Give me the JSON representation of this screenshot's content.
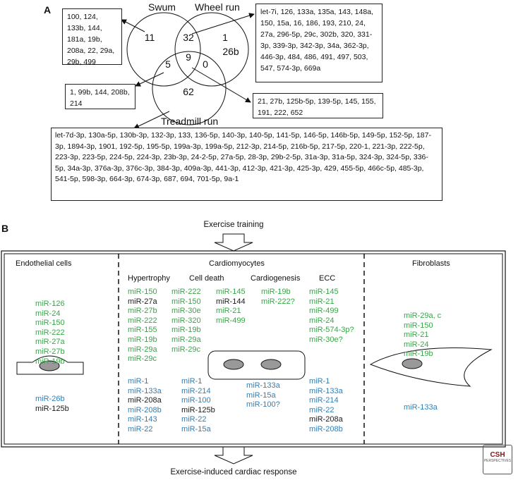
{
  "panel_a": {
    "label": "A",
    "sets": {
      "swum": "Swum",
      "wheel_run": "Wheel run",
      "treadmill_run": "Treadmill run"
    },
    "counts": {
      "swum_only": "11",
      "swum_wheel": "32",
      "wheel_only": "1",
      "wheel_extra": "26b",
      "all_three": "9",
      "swum_treadmill": "5",
      "wheel_treadmill": "0",
      "treadmill_only": "62"
    },
    "boxes": {
      "swum_only": "100, 124, 133b, 144, 181a, 19b, 208a, 22, 29a, 29b, 499",
      "swum_wheel": "let-7i, 126, 133a, 135a, 143, 148a, 150, 15a, 16, 186, 193, 210, 24, 27a, 296-5p, 29c, 302b, 320, 331-3p, 339-3p, 342-3p, 34a, 362-3p, 446-3p, 484, 486, 491, 497, 503, 547, 574-3p, 669a",
      "swum_treadmill": "1, 99b, 144, 208b, 214",
      "all_three": "21, 27b, 125b-5p, 139-5p, 145, 155, 191, 222, 652",
      "treadmill_only": "let-7d-3p, 130a-5p, 130b-3p, 132-3p, 133, 136-5p, 140-3p, 140-5p, 141-5p, 146-5p, 146b-5p, 149-5p, 152-5p, 187-3p, 1894-3p, 1901, 192-5p, 195-5p, 199a-3p, 199a-5p, 212-3p, 214-5p, 216b-5p, 217-5p, 220-1, 221-3p, 222-5p, 223-3p, 223-5p, 224-5p, 224-3p, 23b-3p, 24-2-5p, 27a-5p, 28-3p, 29b-2-5p, 31a-3p, 31a-5p, 324-3p, 324-5p, 336-5p, 34a-3p, 376a-3p, 376c-3p, 384-3p, 409a-3p, 441-3p, 412-3p, 421-3p, 425-3p, 429, 455-5p, 466c-5p, 485-3p, 541-5p, 598-3p, 664-3p, 674-3p, 687, 694, 701-5p, 9a-1"
    }
  },
  "panel_b": {
    "label": "B",
    "top_text": "Exercise training",
    "bottom_text": "Exercise-induced cardiac response",
    "sections": {
      "endothelial": "Endothelial cells",
      "cardiomyocytes": "Cardiomyocytes",
      "fibroblasts": "Fibroblasts"
    },
    "columns": {
      "hypertrophy": "Hypertrophy",
      "cell_death": "Cell death",
      "cardiogenesis": "Cardiogenesis",
      "ecc": "ECC"
    },
    "colors": {
      "up": "#3aa54a",
      "down": "#2f7fb6",
      "neutral": "#1a1a1a"
    },
    "lists": {
      "endo_up": [
        [
          "miR-126",
          "g"
        ],
        [
          "miR-24",
          "g"
        ],
        [
          "miR-150",
          "g"
        ],
        [
          "miR-222",
          "g"
        ],
        [
          "miR-27a",
          "g"
        ],
        [
          "miR-27b",
          "g"
        ],
        [
          "miR-19b",
          "g"
        ]
      ],
      "endo_down": [
        [
          "miR-26b",
          "b"
        ],
        [
          "miR-125b",
          "k"
        ]
      ],
      "hyp_up1": [
        [
          "miR-150",
          "g"
        ],
        [
          "miR-27a",
          "k"
        ],
        [
          "miR-27b",
          "g"
        ],
        [
          "miR-222",
          "g"
        ],
        [
          "miR-155",
          "g"
        ],
        [
          "miR-19b",
          "g"
        ],
        [
          "miR-29a",
          "g"
        ],
        [
          "miR-29c",
          "g"
        ]
      ],
      "hyp_up2": [
        [
          "miR-222",
          "g"
        ],
        [
          "miR-150",
          "g"
        ],
        [
          "miR-30e",
          "g"
        ],
        [
          "miR-320",
          "g"
        ],
        [
          "miR-19b",
          "g"
        ],
        [
          "miR-29a",
          "g"
        ],
        [
          "miR-29c",
          "g"
        ]
      ],
      "death_up": [
        [
          "miR-145",
          "g"
        ],
        [
          "miR-144",
          "k"
        ],
        [
          "miR-21",
          "g"
        ],
        [
          "miR-499",
          "g"
        ]
      ],
      "cardio_up": [
        [
          "miR-19b",
          "g"
        ],
        [
          "miR-222?",
          "g"
        ]
      ],
      "ecc_up": [
        [
          "miR-145",
          "g"
        ],
        [
          "miR-21",
          "g"
        ],
        [
          "miR-499",
          "g"
        ],
        [
          "miR-24",
          "g"
        ],
        [
          "miR-574-3p?",
          "g"
        ],
        [
          "miR-30e?",
          "g"
        ]
      ],
      "hyp_down1": [
        [
          "miR-1",
          "b"
        ],
        [
          "miR-133a",
          "b"
        ],
        [
          "miR-208a",
          "k"
        ],
        [
          "miR-208b",
          "b"
        ],
        [
          "miR-143",
          "b"
        ],
        [
          "miR-22",
          "b"
        ]
      ],
      "hyp_down2": [
        [
          "miR-1",
          "b"
        ],
        [
          "miR-214",
          "b"
        ],
        [
          "miR-100",
          "b"
        ],
        [
          "miR-125b",
          "k"
        ],
        [
          "miR-22",
          "b"
        ],
        [
          "miR-15a",
          "b"
        ]
      ],
      "cardio_down": [
        [
          "miR-133a",
          "b"
        ],
        [
          "miR-15a",
          "b"
        ],
        [
          "miR-100?",
          "b"
        ]
      ],
      "ecc_down": [
        [
          "miR-1",
          "b"
        ],
        [
          "miR-133a",
          "b"
        ],
        [
          "miR-214",
          "b"
        ],
        [
          "miR-22",
          "b"
        ],
        [
          "miR-208a",
          "k"
        ],
        [
          "miR-208b",
          "b"
        ]
      ],
      "fib_up": [
        [
          "miR-29a, c",
          "g"
        ],
        [
          "miR-150",
          "g"
        ],
        [
          "miR-21",
          "g"
        ],
        [
          "miR-24",
          "g"
        ],
        [
          "miR-19b",
          "g"
        ]
      ],
      "fib_down": [
        [
          "miR-133a",
          "b"
        ]
      ]
    }
  },
  "logo": {
    "line1": "CSH",
    "line2": "PERSPECTIVES"
  }
}
